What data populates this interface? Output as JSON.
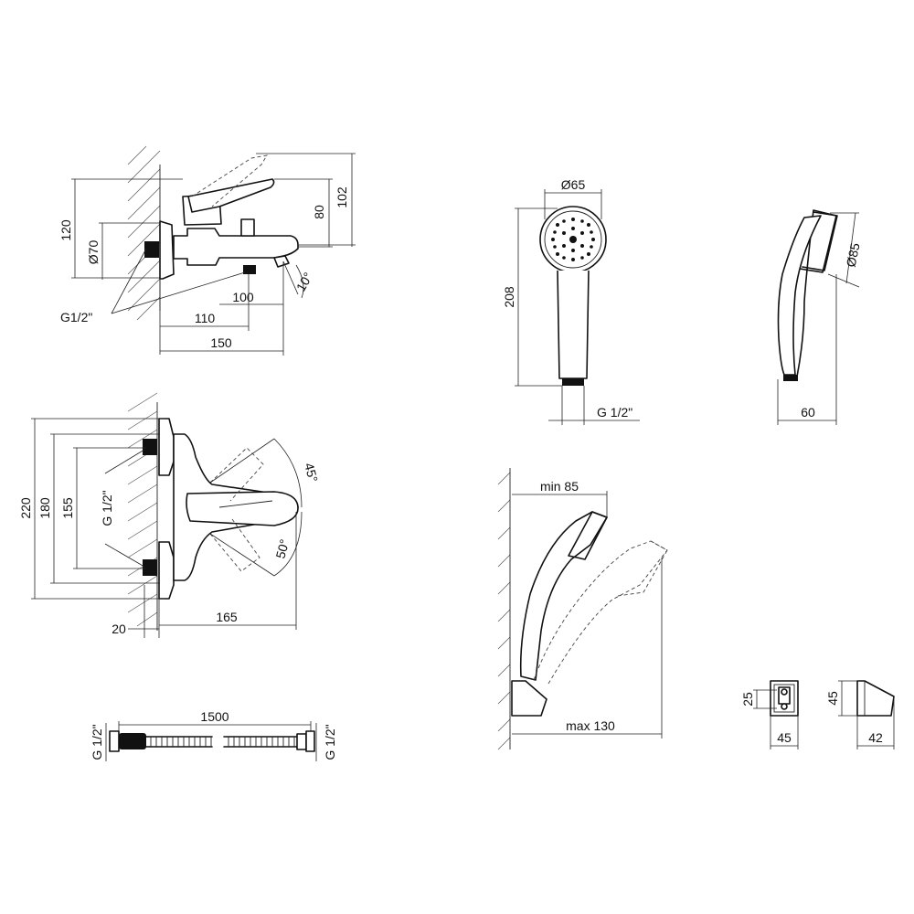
{
  "labels": {
    "side_view": {
      "g12": "G1/2\"",
      "h120": "120",
      "d70": "Ø70",
      "h80": "80",
      "h102": "102",
      "w100": "100",
      "w110": "110",
      "w150": "150",
      "angle10": "10°"
    },
    "top_view": {
      "h220": "220",
      "h180": "180",
      "h155": "155",
      "g12": "G 1/2\"",
      "angle45": "45°",
      "angle50": "50°",
      "w20": "20",
      "w165": "165"
    },
    "hose": {
      "length": "1500",
      "g12_left": "G 1/2\"",
      "g12_right": "G 1/2\""
    },
    "shower_head": {
      "d65": "Ø65",
      "h208": "208",
      "g12": "G 1/2\"",
      "d85": "Ø85",
      "w60": "60"
    },
    "holder_view": {
      "min85": "min 85",
      "max130": "max 130"
    },
    "bracket": {
      "h25": "25",
      "w45": "45",
      "h45": "45",
      "w42": "42"
    }
  }
}
